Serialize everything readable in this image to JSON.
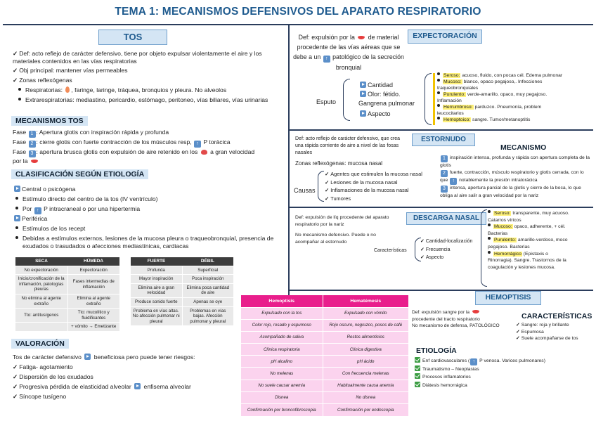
{
  "title": "TEMA 1: MECANISMOS DEFENSIVOS DEL APARATO RESPIRATORIO",
  "tos": {
    "header": "TOS",
    "def": "Def: acto reflejo de carácter defensivo, tiene por objeto expulsar violentamente el aire y los materiales contenidos en las vías respiratorias",
    "obj": "Obj principal: mantener vías permeables",
    "zonas": "Zonas reflexógenas",
    "resp_label": "Respiratorias:",
    "resp_text": ", faringe, laringe, tráquea, bronquios y pleura. No alveolos",
    "extra": "Extrarespiratorias: mediastino, pericardio, estómago, peritoneo, vías biliares, vías urinarias"
  },
  "mecanismos_tos": {
    "header": "MECANISMOS TOS",
    "fase1": ": Apertura glotis con inspiración rápida y profunda",
    "fase2": ": cierre glotis con fuerte contracción de los músculos resp,",
    "fase2b": "P torácica",
    "fase3": ": apertura brusca glotis con expulsión de aire retenido en los",
    "fase3b": "a gran velocidad",
    "fase3c": "por la",
    "fase_word": "Fase"
  },
  "clasificacion": {
    "header": "CLASIFICACIÓN SEGÚN ETIOLOGÍA",
    "central": "Central o psicógena",
    "c1": "Estímulo directo del centro de la tos (IV ventrículo)",
    "c2a": "Por",
    "c2b": "P intracraneal o por una hipertermia",
    "periferica": "Periférica",
    "p1": "Estímulos de los recept",
    "p2": "Debidas a estímulos externos, lesiones de la mucosa pleura o traqueobronquial, presencia de exudados o trasudados o afecciones mediastínicas, cardiacas"
  },
  "tabla_seca": {
    "headers": [
      "SECA",
      "HÚMEDA"
    ],
    "rows": [
      [
        "No expectoración",
        "Expectoración"
      ],
      [
        "Inicio/cronificación de la inflamación, patologías pleuras",
        "Fases intermedias de inflamación"
      ],
      [
        "No elimina al agente extraño",
        "Elimina al agente extraño"
      ],
      [
        "Tto: antitusígenos",
        "Tto: mucolítico y fluidificantes"
      ],
      [
        "",
        "+ vómito → Emetizante"
      ]
    ]
  },
  "tabla_fuerte": {
    "headers": [
      "FUERTE",
      "DÉBIL"
    ],
    "rows": [
      [
        "Profunda",
        "Superficial"
      ],
      [
        "Mayor inspiración",
        "Poca inspiración"
      ],
      [
        "Elimina aire a gran velocidad",
        "Elimina poca cantidad de aire"
      ],
      [
        "Produce sonido fuerte",
        "Apenas se oye"
      ],
      [
        "Problema en vías altas. No afección pulmonar ni pleural",
        "Problemas en vías bajas. Afección pulmonar y pleural"
      ]
    ]
  },
  "valoracion": {
    "header": "VALORACIÓN",
    "intro_a": "Tos de carácter defensivo",
    "intro_b": "beneficiosa pero puede tener riesgos:",
    "items": [
      "Fatiga- agotamiento",
      "Dispersión de los exudados"
    ],
    "item3a": "Progresiva pérdida de elasticidad alveolar",
    "item3b": "enfisema alveolar",
    "item4": "Síncope tusígeno"
  },
  "tabla_hemo": {
    "headers": [
      "Hemoptisis",
      "Hematémesis"
    ],
    "rows": [
      [
        "Expulsado con la tos",
        "Expulsado con vómito"
      ],
      [
        "Color rojo, rosado y espumoso",
        "Rojo oscuro, negruzco, posos de café"
      ],
      [
        "Acompañado de saliva",
        "Restos alimenticios"
      ],
      [
        "Clínica respiratoria",
        "Clínica digestiva"
      ],
      [
        "pH alcalino",
        "pH ácido"
      ],
      [
        "No melenas",
        "Con frecuencia melenas"
      ],
      [
        "No suele causar anemia",
        "Habitualmente causa anemia"
      ],
      [
        "Disnea",
        "No disnea"
      ],
      [
        "Confirmación por broncofibroscopia",
        "Confirmación por endoscopia"
      ]
    ]
  },
  "expectoracion": {
    "header": "EXPECTORACIÓN",
    "def_a": "Def: expulsión por la",
    "def_b": "de material procedente de las vías aéreas que se debe a un",
    "def_c": "patológico de la secreción bronquial",
    "esputo": "Esputo",
    "items": [
      "Cantidad",
      "Olor: fétido. Gangrena pulmonar",
      "Aspecto"
    ],
    "aspectos": [
      {
        "label": "Seroso:",
        "text": " acuoso, fluido, con pocas cél. Edema pulmonar"
      },
      {
        "label": "Mucoso:",
        "text": " blanco, opaco pegajoso,. Infecciones traqueobronquiales"
      },
      {
        "label": "Purulento:",
        "text": " verde-amarillo, opaco, muy pegajoso. Inflamación"
      },
      {
        "label": "Herrumbroso:",
        "text": " parduzco. Pneumonía, problem leucocitarios"
      },
      {
        "label": "Hemoptoico:",
        "text": " sangre. Tumor/metanoptitis"
      }
    ]
  },
  "estornudo": {
    "header": "ESTORNUDO",
    "def": "Def: acto reflejo de carácter defensivo, que crea una rápida corriente de aire a nivel de las fosas nasales",
    "zonas": "Zonas reflexógenas: mucosa nasal",
    "causas": "Causas",
    "causas_items": [
      "Agentes que estimulen la mucosa nasal",
      "Lesiones de la mucosa nasal",
      "Inflamaciones de la mucosa nasal",
      "Tumores"
    ],
    "mec_header": "MECANISMO",
    "mec1": "inspiración intensa, profunda y rápida con apertura completa de la glotis",
    "mec2a": "fuerte, contracción, músculo respiratorio y glotis cerrada, con lo que",
    "mec2b": "notablemente la presión intratorácica",
    "mec3": "intensa, apertura parcial de la glotis y cierre de la boca, lo que obliga al aire salir a gran velocidad por la nariz"
  },
  "descarga": {
    "header": "DESCARGA NASAL",
    "def": "Def: expulsión de líq procedente del aparato respiratorio por la nariz",
    "no_mec": "No mecanismo defensivo. Puede o no acompañar al estornudo",
    "caract": "Características",
    "caract_items": [
      "Cantidad-localización",
      "Frecuencia",
      "Aspecto"
    ],
    "tipos": [
      {
        "label": "Seroso:",
        "text": " transparente, muy acuoso. Catarros víricos"
      },
      {
        "label": "Mucoso:",
        "text": " opaco, adherente, + cél. Bacterias"
      },
      {
        "label": "Purulento:",
        "text": " amarillo-verdoso, moco pegajoso. Bacterias"
      },
      {
        "label": "Hemorrágico",
        "text": " (Epistaxis o Rinorragia). Sangre. Trastornos de la coagulación y lesiones mucosa."
      }
    ]
  },
  "hemoptisis": {
    "header": "HEMOPTISIS",
    "def_a": "Def: expulsión sangre por la",
    "def_b": "procedente del tracto respiratorio",
    "no_mec": "No mecanismo de defensa, PATOLÓGICO",
    "car_header": "CARACTERÍSTICAS",
    "car_items": [
      "Sangre: roja y brillante",
      "Espumosa",
      "Suele acompañarse de tos"
    ],
    "eti_header": "ETIOLOGÍA",
    "eti1a": "Enf cardiovasculares (",
    "eti1b": "P venosa. Varices pulmonares)",
    "eti_items": [
      "Traumatismo – Neoplasias",
      "Procesos inflamatorios",
      "Diátesis hemorrágica"
    ]
  },
  "icons": {
    "num1": "1",
    "num2": "2",
    "num3": "3",
    "up": "↑",
    "down": "↓"
  }
}
